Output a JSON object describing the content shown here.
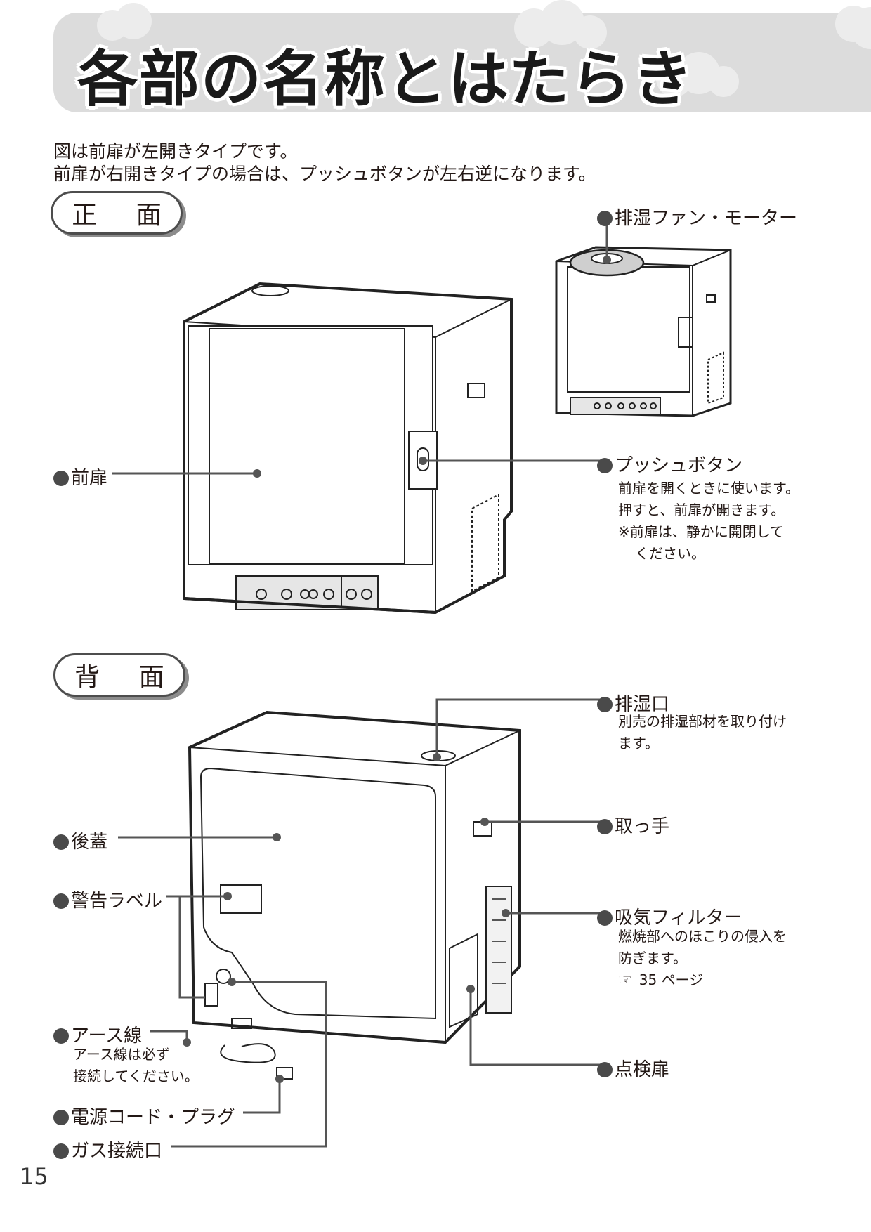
{
  "header": {
    "title": "各部の名称とはたらき"
  },
  "intro": [
    "図は前扉が左開きタイプです。",
    "前扉が右開きタイプの場合は、プッシュボタンが左右逆になります。"
  ],
  "front": {
    "section_label": "正 面",
    "labels": {
      "fan_motor": "排湿ファン・モーター",
      "front_door": "前扉",
      "push_button": "プッシュボタン"
    },
    "push_button_desc": [
      "前扉を開くときに使います。",
      "押すと、前扉が開きます。",
      "※前扉は、静かに開閉して",
      "ください。"
    ]
  },
  "back": {
    "section_label": "背 面",
    "labels": {
      "exhaust_port": "排湿口",
      "handle": "取っ手",
      "rear_cover": "後蓋",
      "warning_label": "警告ラベル",
      "intake_filter": "吸気フィルター",
      "ground_wire": "アース線",
      "power_cord": "電源コード・プラグ",
      "gas_inlet": "ガス接続口",
      "inspection_door": "点検扉"
    },
    "exhaust_desc": [
      "別売の排湿部材を取り付け",
      "ます。"
    ],
    "filter_desc": [
      "燃焼部へのほこりの侵入を",
      "防ぎます。"
    ],
    "filter_ref": "35 ページ",
    "ground_desc": [
      "アース線は必ず",
      "接続してください。"
    ]
  },
  "page_number": "15",
  "colors": {
    "banner": "#dcdcdc",
    "leader": "#555555",
    "text": "#231815"
  }
}
